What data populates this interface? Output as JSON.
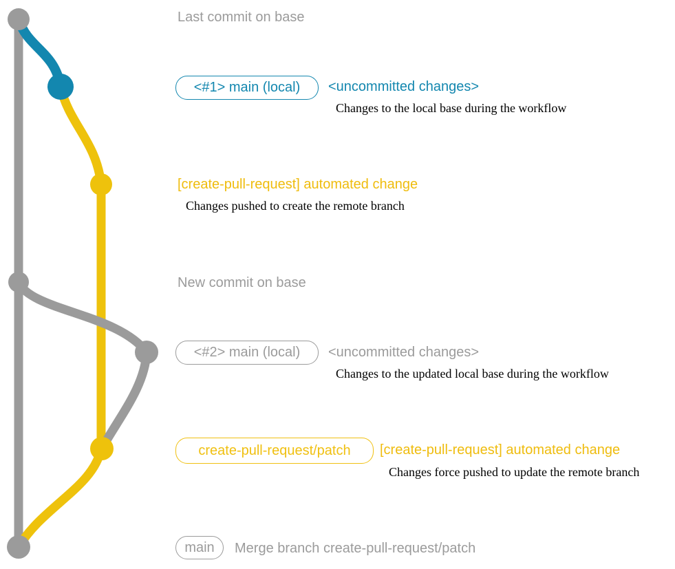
{
  "colors": {
    "gray": "#9b9b9b",
    "blue": "#1387af",
    "yellow": "#eec20c",
    "yellow_text": "#efbc0d",
    "black": "#000000"
  },
  "annotations": {
    "last_commit": {
      "heading": "Last commit on base"
    },
    "local_1": {
      "badge": "<#1> main (local)",
      "title": "<uncommitted changes>",
      "desc": "Changes to the local base during the workflow"
    },
    "push_1": {
      "title": "[create-pull-request] automated change",
      "desc": "Changes pushed to create the remote branch"
    },
    "new_commit": {
      "heading": "New commit on base"
    },
    "local_2": {
      "badge": "<#2> main (local)",
      "title": "<uncommitted changes>",
      "desc": "Changes to the updated local base during the workflow"
    },
    "push_2": {
      "badge": "create-pull-request/patch",
      "title": "[create-pull-request] automated change",
      "desc": "Changes force pushed to update the remote branch"
    },
    "merge": {
      "badge": "main",
      "heading": "Merge branch create-pull-request/patch"
    }
  }
}
